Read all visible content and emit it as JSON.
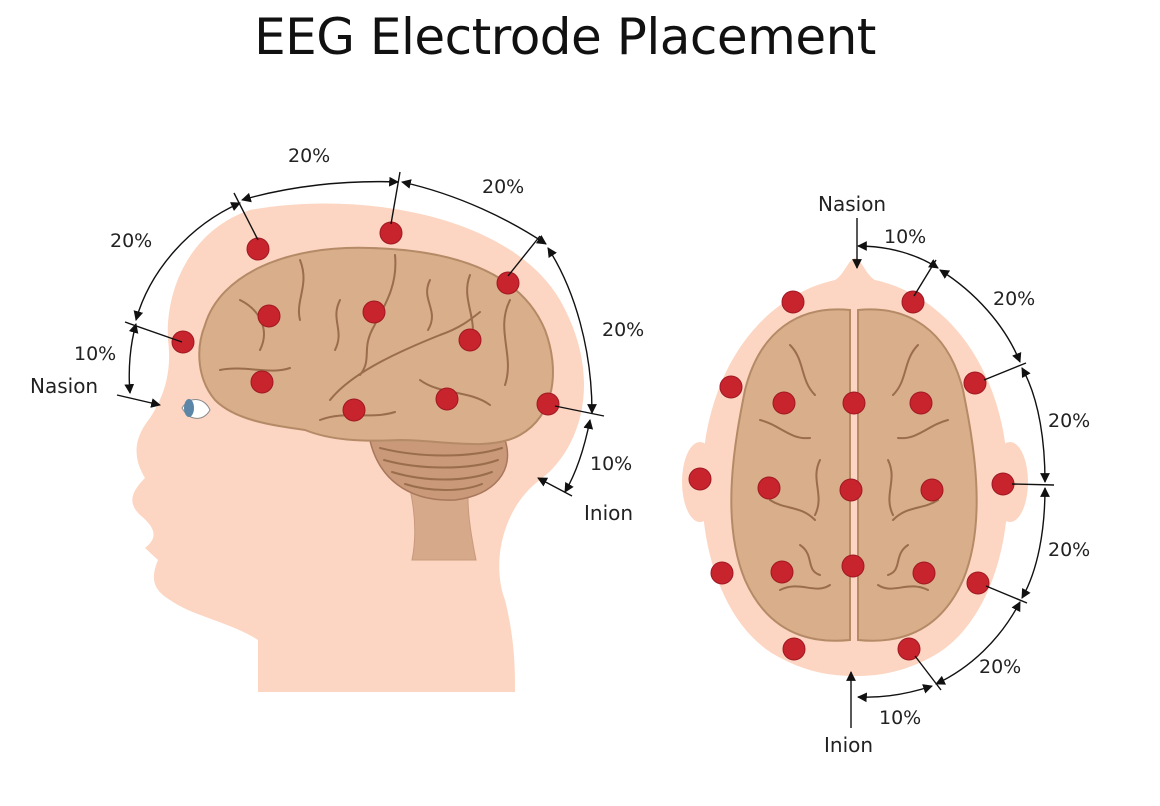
{
  "title": "EEG Electrode Placement",
  "colors": {
    "skin": "#fcd6c2",
    "brain": "#d9ae8b",
    "brain_outline": "#b58a66",
    "electrode": "#c8242e",
    "line": "#111111"
  },
  "side_view": {
    "landmarks": {
      "nasion": "Nasion",
      "inion": "Inion"
    },
    "segments": [
      "10%",
      "20%",
      "20%",
      "20%",
      "20%",
      "10%"
    ]
  },
  "top_view": {
    "landmarks": {
      "nasion": "Nasion",
      "inion": "Inion"
    },
    "segments": [
      "10%",
      "20%",
      "20%",
      "20%",
      "20%",
      "10%"
    ]
  }
}
